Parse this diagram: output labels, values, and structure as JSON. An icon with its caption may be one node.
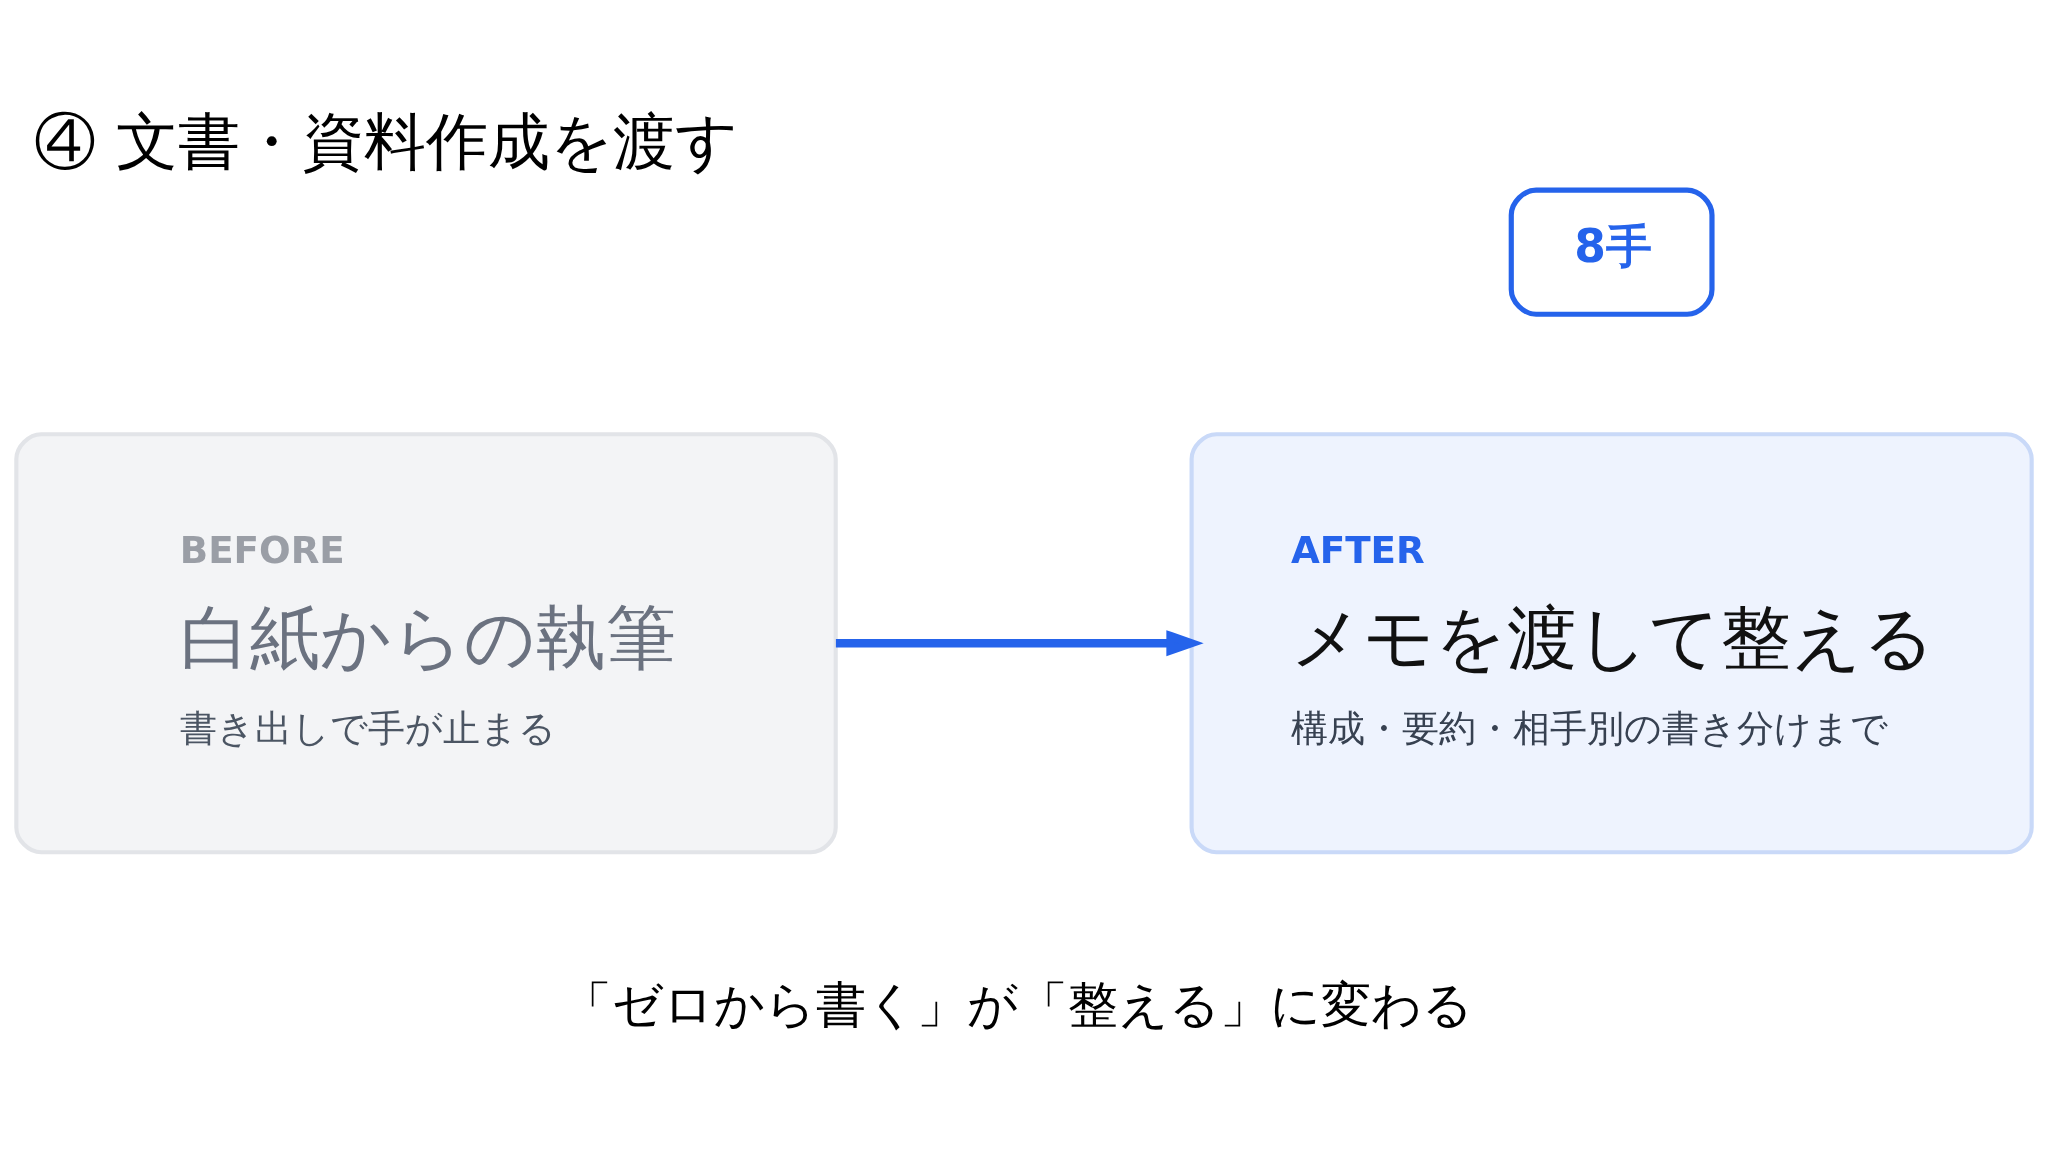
{
  "diagram": {
    "title": "④ 文書・資料作成を渡す",
    "nodes": [
      {
        "text": [
          "BEFORE",
          "白紙からの執筆",
          "書き出しで手が止まる"
        ]
      },
      {
        "text": [
          "AFTER",
          "メモを渡して整える",
          "構成・要約・相手別の書き分けまで"
        ]
      },
      {
        "text": [
          "8手"
        ]
      }
    ],
    "edges": [
      {
        "from": 0,
        "to": 1,
        "arrow": "to"
      }
    ],
    "caption": "「ゼロから書く」が「整える」に変わる"
  }
}
